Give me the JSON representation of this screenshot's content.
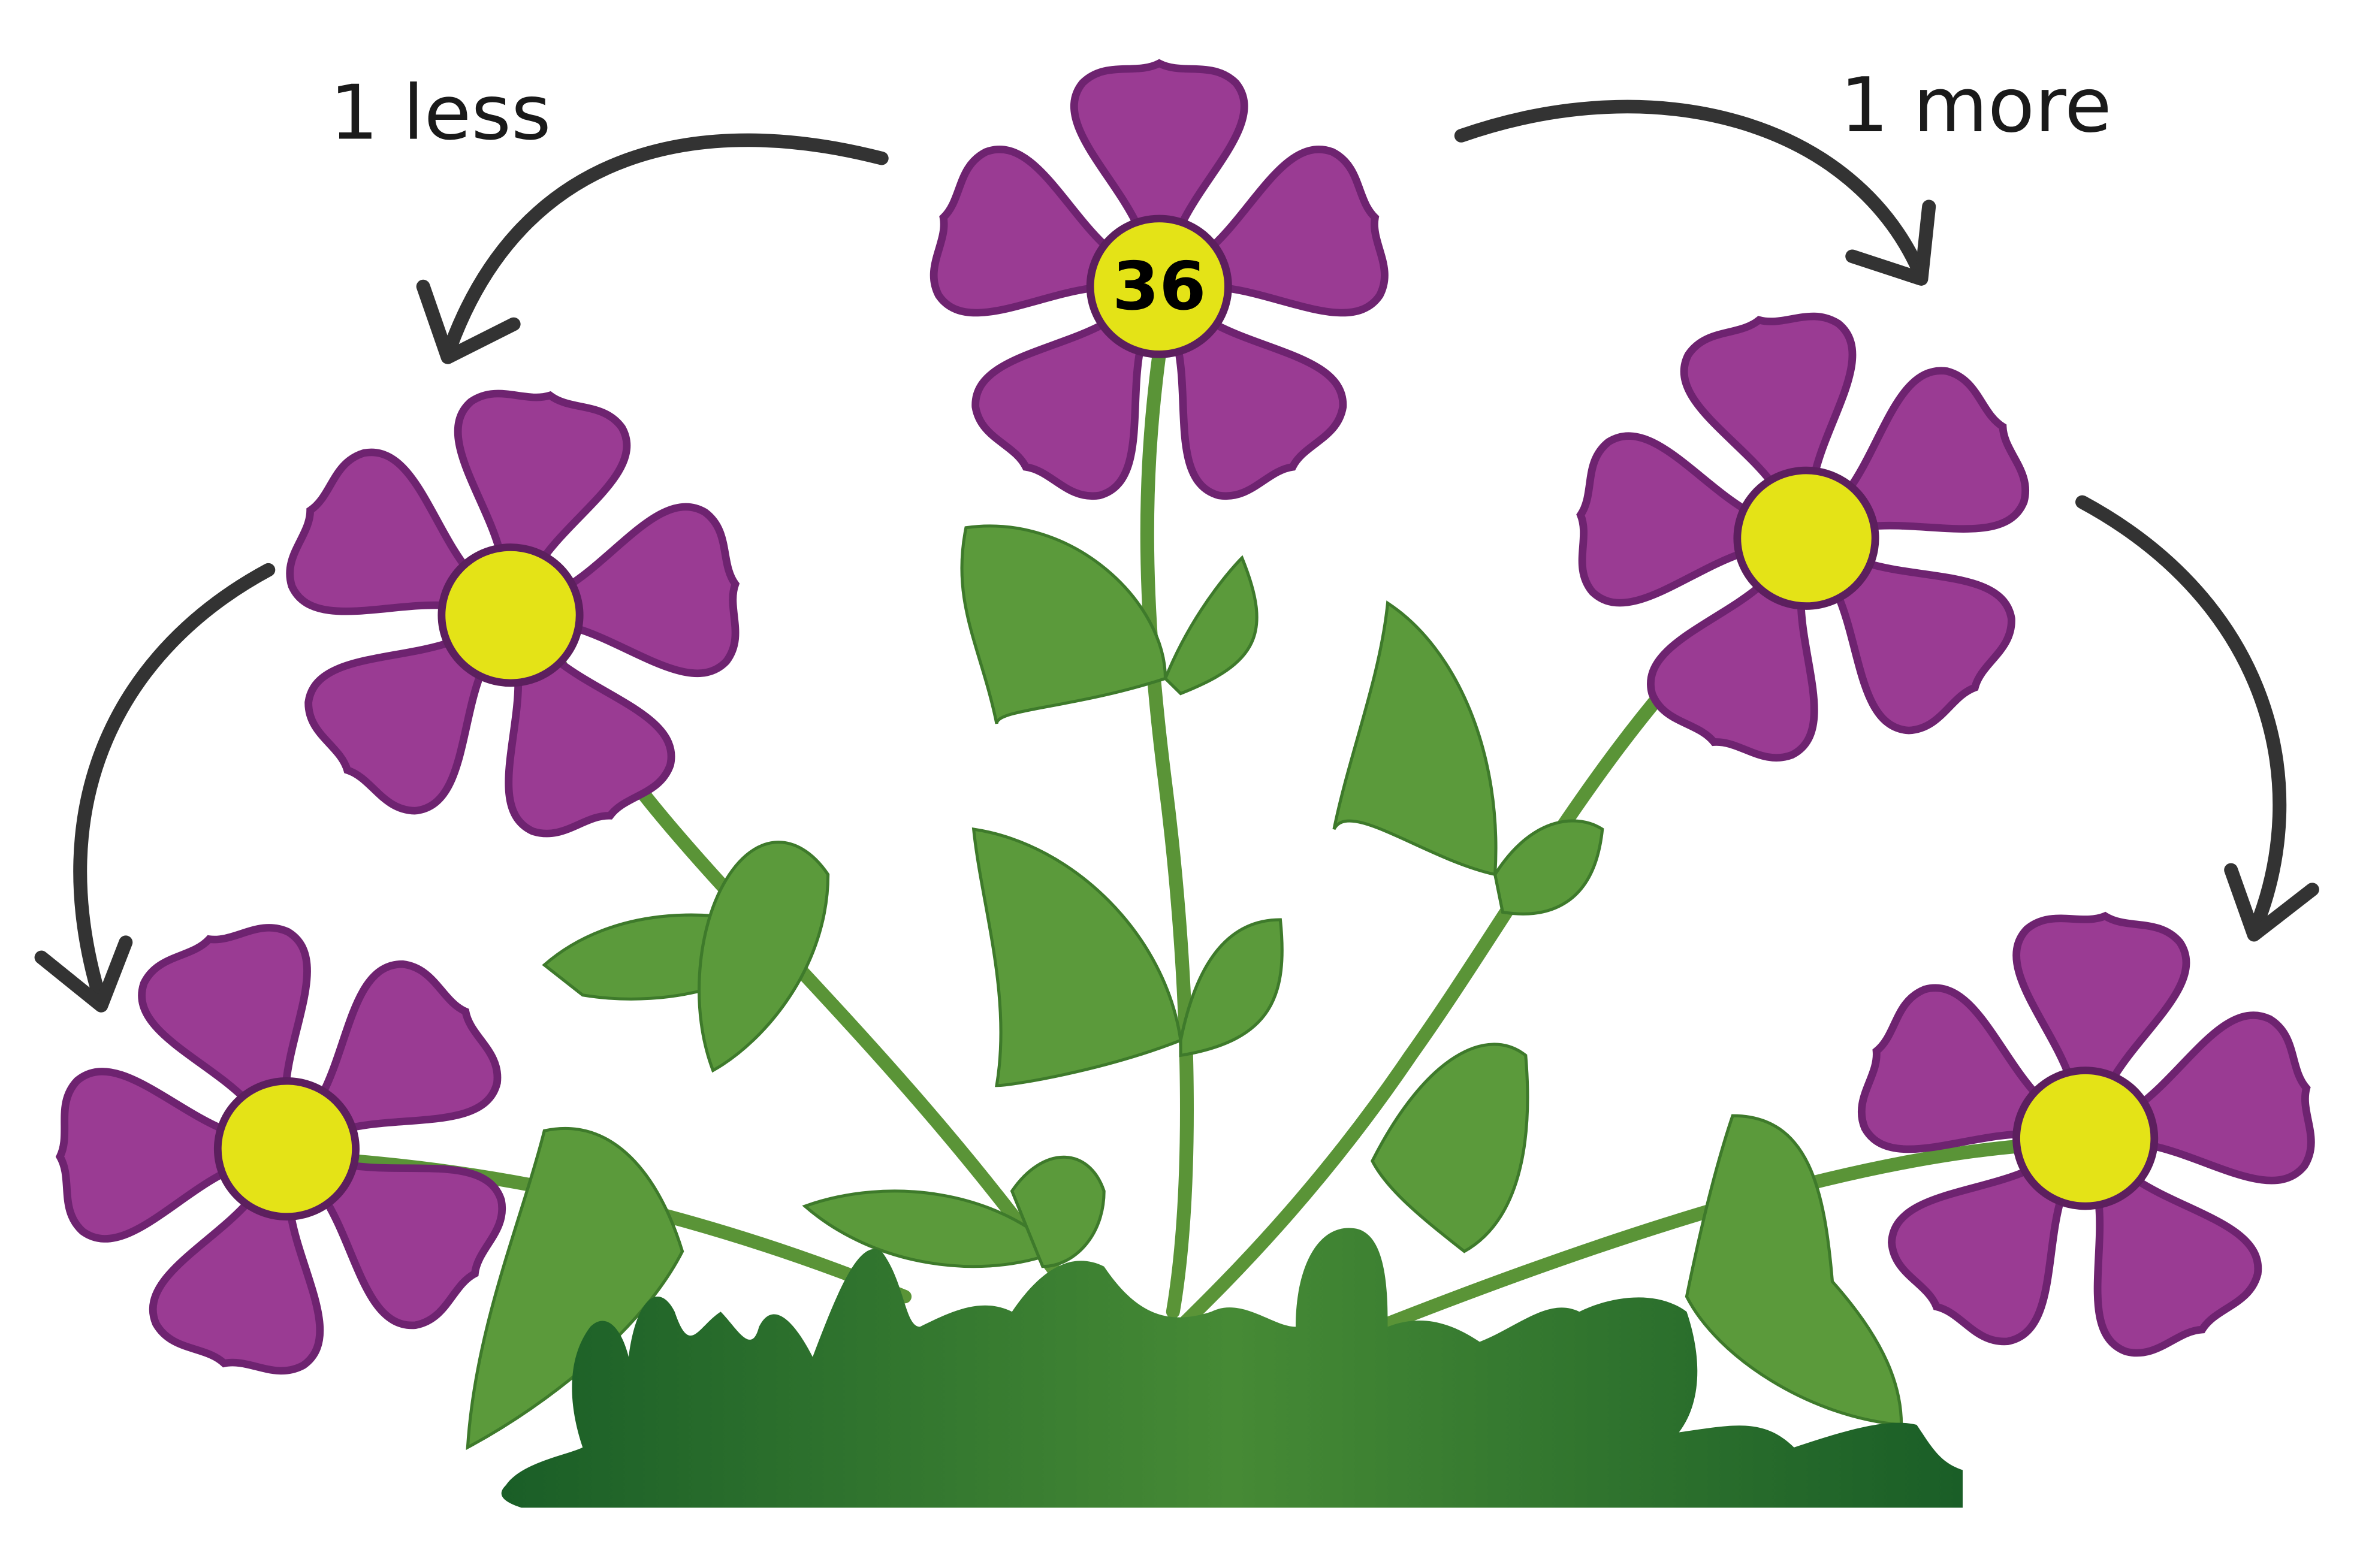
{
  "labels": {
    "less": "1 less",
    "more": "1 more"
  },
  "center_flower": {
    "number": "36"
  },
  "colors": {
    "petal": "#9a3b93",
    "petal_outline": "#6e2370",
    "flower_center": "#e4e317",
    "stem": "#5a9437",
    "leaf": "#5b9a3b",
    "grass": "#2f7a34",
    "arrow": "#333333"
  }
}
